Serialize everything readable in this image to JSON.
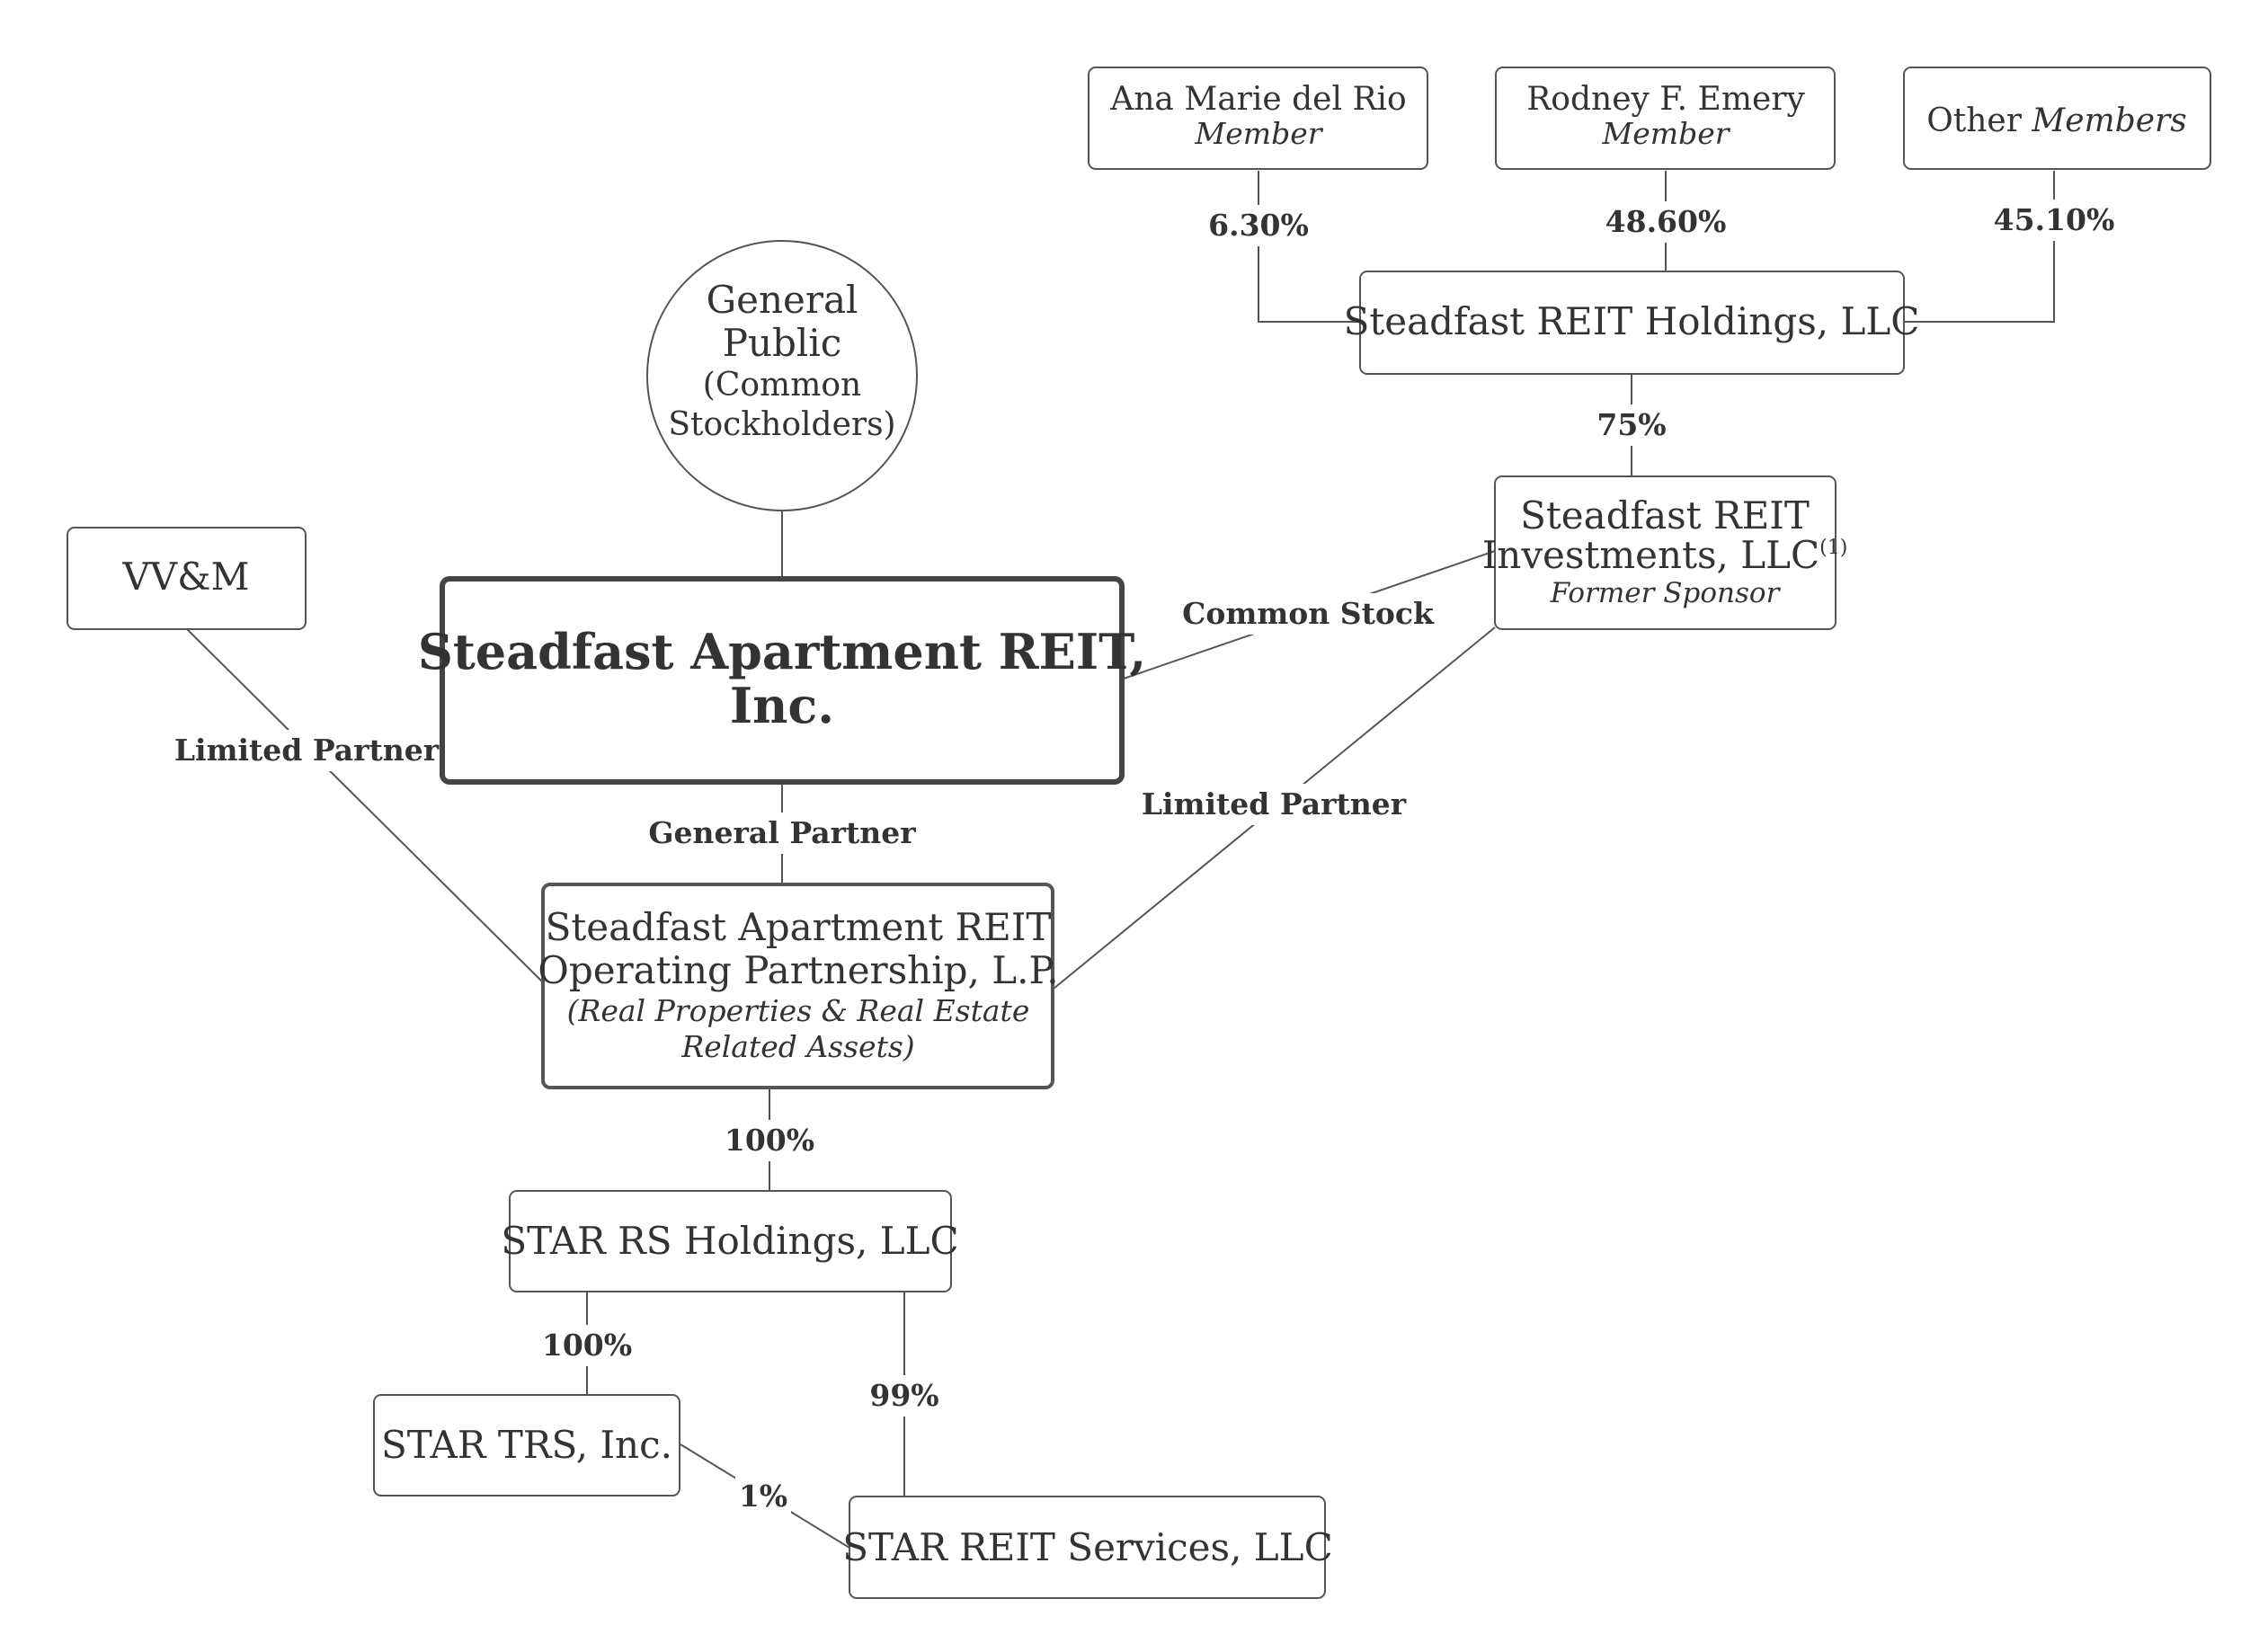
{
  "nodes": {
    "member_ana": {
      "name": "Ana Marie del Rio",
      "role": "Member"
    },
    "member_rodney": {
      "name": "Rodney F. Emery",
      "role": "Member"
    },
    "member_other": {
      "prefix": "Other",
      "role": "Members"
    },
    "holdings": {
      "name": "Steadfast REIT Holdings, LLC"
    },
    "investments": {
      "line1": "Steadfast REIT",
      "line2": "Investments, LLC",
      "footnote": "(1)",
      "role": "Former Sponsor"
    },
    "general_public": {
      "line1": "General",
      "line2": "Public",
      "line3": "(Common",
      "line4": "Stockholders)"
    },
    "vvm": {
      "name": "VV&M"
    },
    "reit": {
      "line1": "Steadfast Apartment REIT,",
      "line2": "Inc."
    },
    "operating_partnership": {
      "line1": "Steadfast Apartment REIT",
      "line2": "Operating Partnership, L.P.",
      "line3": "(Real Properties & Real Estate",
      "line4": "Related Assets)"
    },
    "star_rs": {
      "name": "STAR RS Holdings, LLC"
    },
    "star_trs": {
      "name": "STAR TRS, Inc."
    },
    "star_services": {
      "name": "STAR REIT Services, LLC"
    }
  },
  "edges": {
    "ana_to_holdings": "6.30%",
    "rodney_to_holdings": "48.60%",
    "other_to_holdings": "45.10%",
    "holdings_to_investments": "75%",
    "investments_to_reit": "Common Stock",
    "investments_to_op": "Limited Partner",
    "vvm_to_op": "Limited Partner",
    "reit_to_op": "General Partner",
    "op_to_star_rs": "100%",
    "star_rs_to_trs": "100%",
    "star_rs_to_services": "99%",
    "trs_to_services": "1%"
  }
}
